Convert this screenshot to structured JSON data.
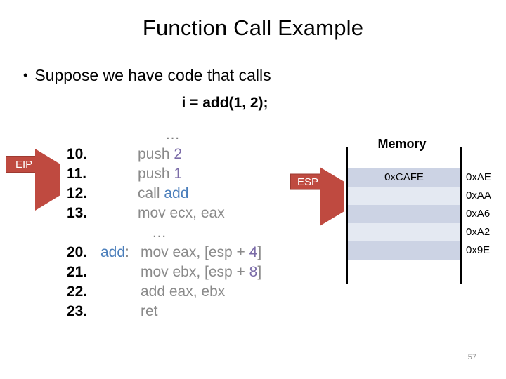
{
  "slide": {
    "title": "Function Call Example",
    "bullet": {
      "marker": "•",
      "text": "Suppose we have code that calls"
    },
    "code_call": "i = add(1, 2);",
    "slide_number": "57"
  },
  "pointers": {
    "eip": {
      "label": "EIP",
      "points_to_line": "10."
    },
    "esp": {
      "label": "ESP",
      "points_to_row": "0xCAFE"
    }
  },
  "listing": {
    "ellipsis_top": "…",
    "ellipsis_mid": "…",
    "rows": [
      {
        "num": "10.",
        "label": "",
        "mnemonic": "push ",
        "operand": "2",
        "tail": ""
      },
      {
        "num": "11.",
        "label": "",
        "mnemonic": "push ",
        "operand": "1",
        "tail": ""
      },
      {
        "num": "12.",
        "label": "",
        "mnemonic": "call ",
        "operand": "add",
        "tail": ""
      },
      {
        "num": "13.",
        "label": "",
        "mnemonic": "mov ecx, eax",
        "operand": "",
        "tail": ""
      },
      {
        "num": "20.",
        "label": "add",
        "mnemonic": "mov eax, [esp + ",
        "operand": "4",
        "tail": "]"
      },
      {
        "num": "21.",
        "label": "",
        "mnemonic": "mov ebx, [esp + ",
        "operand": "8",
        "tail": "]"
      },
      {
        "num": "22.",
        "label": "",
        "mnemonic": "add eax, ebx",
        "operand": "",
        "tail": ""
      },
      {
        "num": "23.",
        "label": "",
        "mnemonic": "ret",
        "operand": "",
        "tail": ""
      }
    ],
    "label_colon": ":"
  },
  "memory": {
    "title": "Memory",
    "cells": [
      {
        "value": "0xCAFE",
        "address": "0xAE"
      },
      {
        "value": "",
        "address": "0xAA"
      },
      {
        "value": "",
        "address": "0xA6"
      },
      {
        "value": "",
        "address": "0xA2"
      },
      {
        "value": "",
        "address": "0x9E"
      }
    ]
  },
  "colors": {
    "arrow_red": "#bf4a40",
    "mnemonic_gray": "#8a8a8a",
    "literal_purple": "#7b6ca8",
    "symbol_blue": "#4a7ebb",
    "mem_row_dark": "#ccd3e4",
    "mem_row_light": "#e4e9f2"
  }
}
